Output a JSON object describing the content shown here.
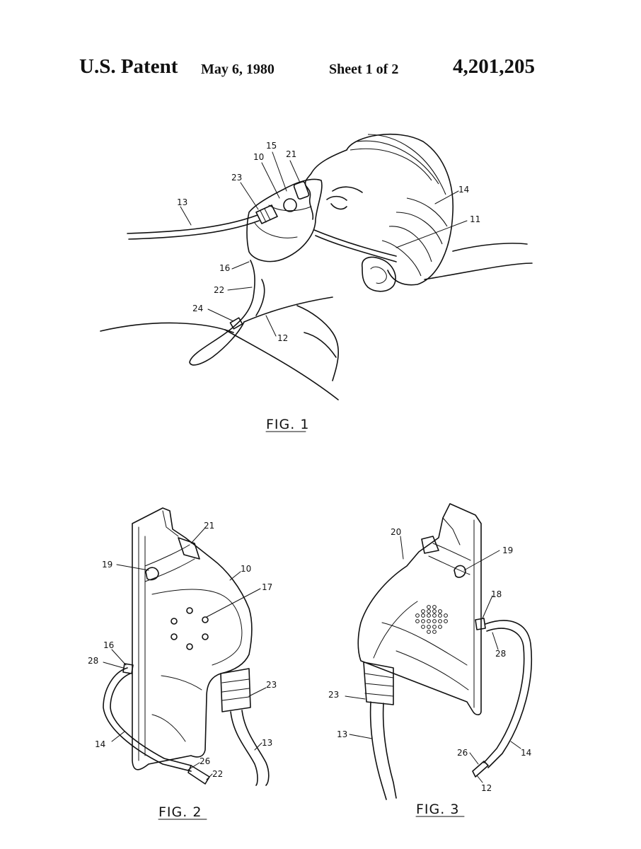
{
  "header": {
    "patent": "U.S. Patent",
    "date": "May 6, 1980",
    "sheet": "Sheet 1 of 2",
    "number": "4,201,205"
  },
  "figures": {
    "fig1": {
      "caption": "FIG. 1",
      "labels": [
        "15",
        "10",
        "21",
        "23",
        "13",
        "14",
        "11",
        "16",
        "22",
        "24",
        "12"
      ]
    },
    "fig2": {
      "caption": "FIG. 2",
      "labels": [
        "21",
        "19",
        "10",
        "17",
        "16",
        "28",
        "23",
        "14",
        "13",
        "26",
        "22"
      ]
    },
    "fig3": {
      "caption": "FIG. 3",
      "labels": [
        "20",
        "19",
        "18",
        "28",
        "23",
        "13",
        "26",
        "14",
        "12"
      ]
    }
  }
}
